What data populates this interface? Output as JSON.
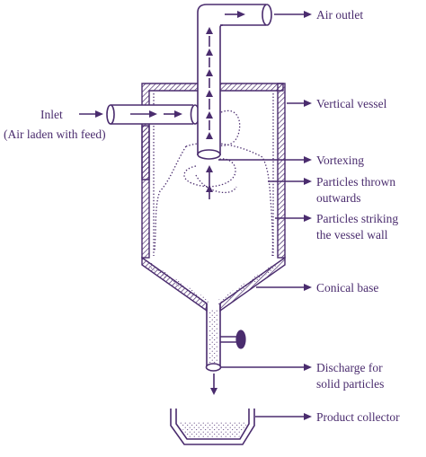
{
  "labels": {
    "air_outlet": "Air outlet",
    "inlet_line1": "Inlet",
    "inlet_line2": "(Air laden with feed)",
    "vertical_vessel": "Vertical vessel",
    "vortexing": "Vortexing",
    "particles_thrown_1": "Particles thrown",
    "particles_thrown_2": "outwards",
    "particles_striking_1": "Particles striking",
    "particles_striking_2": "the vessel wall",
    "conical_base": "Conical base",
    "discharge_1": "Discharge for",
    "discharge_2": "solid particles",
    "product_collector": "Product collector"
  },
  "colors": {
    "ink": "#4a2c6e",
    "background": "#ffffff"
  }
}
